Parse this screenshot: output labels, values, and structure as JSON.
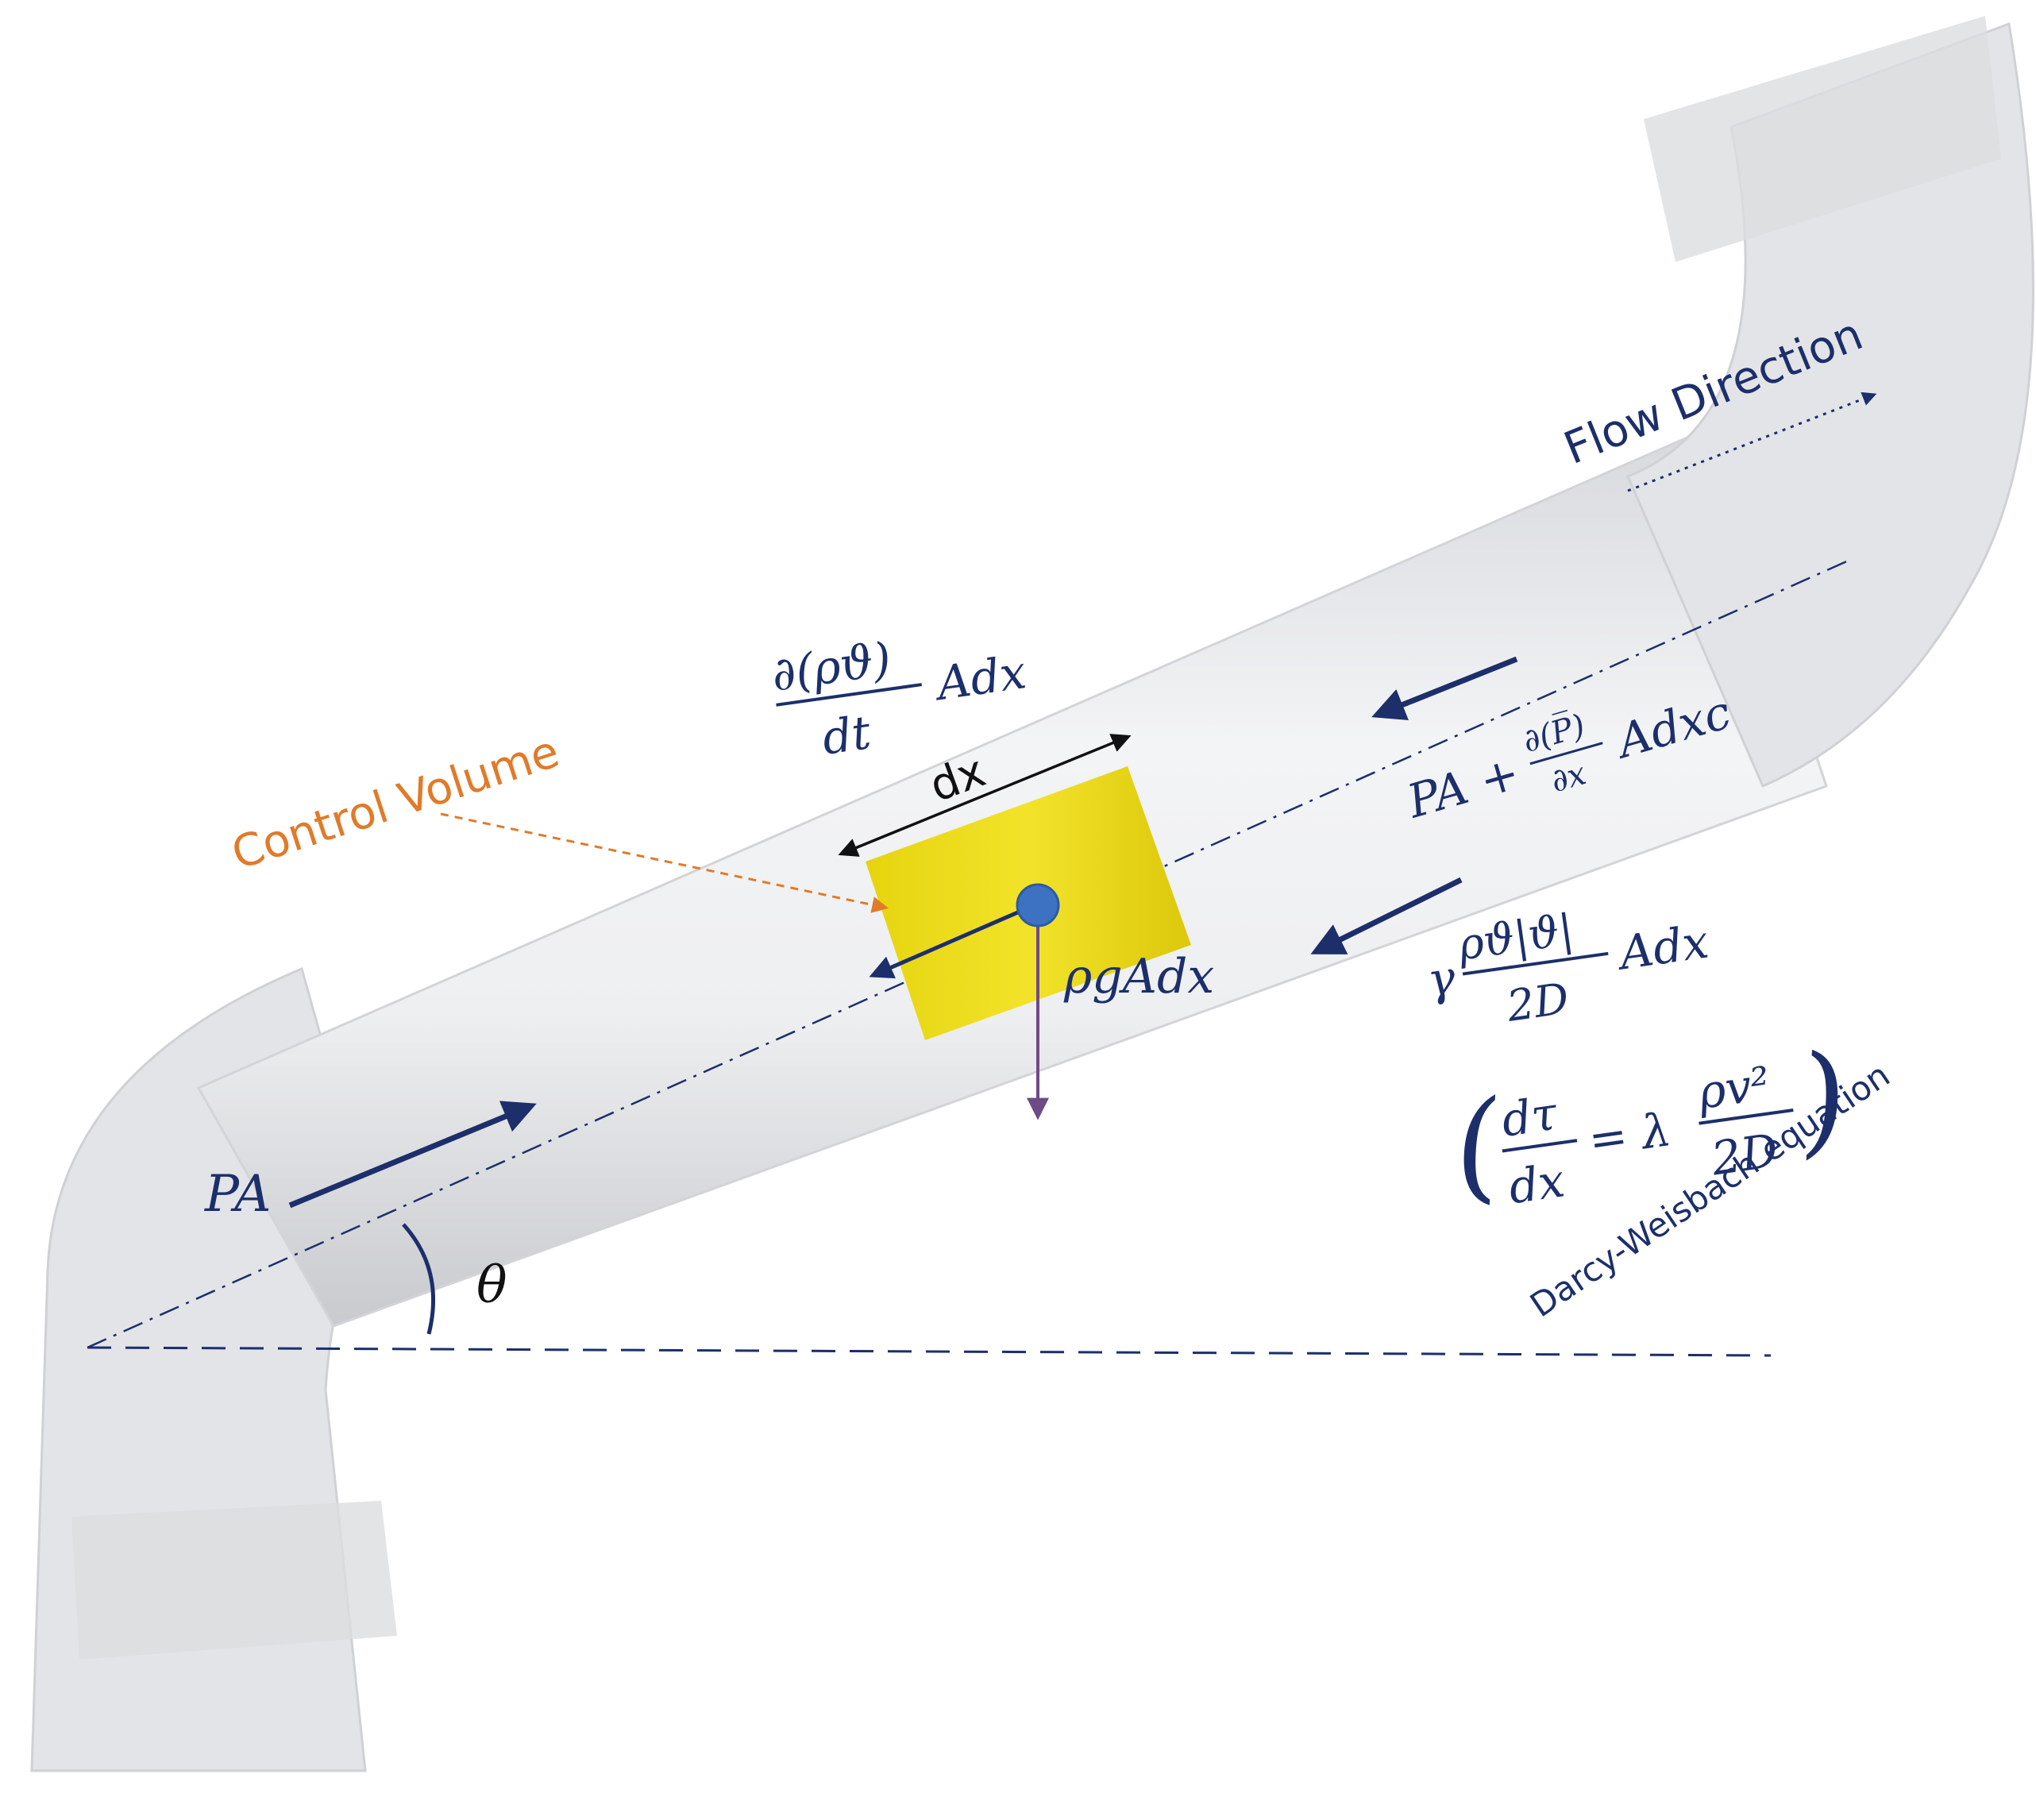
{
  "labels": {
    "control_volume": "Control Volume",
    "dx": "dx",
    "flow_direction": "Flow Direction",
    "darcy_weisbach": "Darcy-Weisbach equation",
    "pa_left": "PA",
    "theta": "θ",
    "gravity_term": "ρgAdx",
    "momentum_numerator": "∂(ρϑ)",
    "momentum_denominator": "dt",
    "momentum_suffix": "Adx",
    "pressure_prefix": "PA +",
    "pressure_numerator": "∂(P̅)",
    "pressure_denominator": "∂x",
    "pressure_suffix": "Adxc",
    "friction_gamma": "γ",
    "friction_numerator": "ρϑ|ϑ|",
    "friction_denominator": "2D",
    "friction_suffix": "Adx",
    "shear_numerator": "dτ",
    "shear_denominator": "dx",
    "shear_equals": "= λ",
    "shear_rhs_numerator": "ρv²",
    "shear_rhs_denominator": "2D"
  },
  "colors": {
    "pipe_body": "#e6e7ea",
    "control_volume_fill": "#ecd915",
    "control_volume_label": "#e07b2a",
    "navy": "#1c2f6b",
    "dot": "#3d72c2",
    "gravity_arrow": "#6e4a86"
  }
}
